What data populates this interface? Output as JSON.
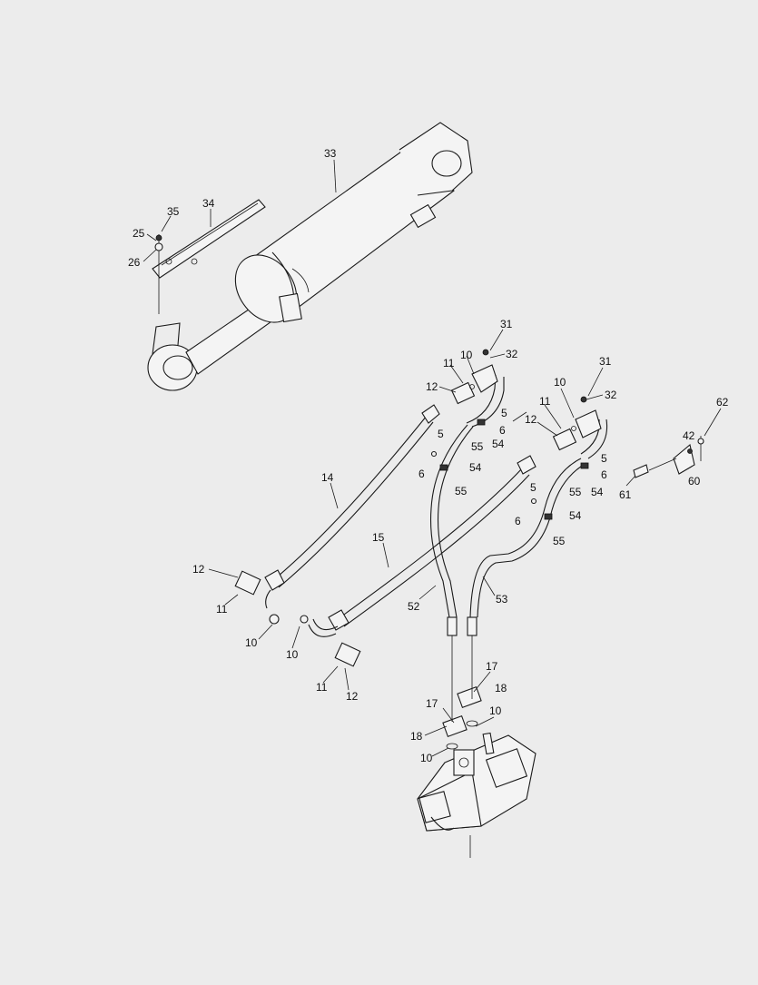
{
  "diagram": {
    "colors": {
      "background": "#ececec",
      "line": "#1a1a1a"
    },
    "labels": [
      "33",
      "34",
      "35",
      "25",
      "26",
      "31",
      "32",
      "10",
      "11",
      "12",
      "5",
      "6",
      "54",
      "55",
      "14",
      "15",
      "52",
      "53",
      "17",
      "18",
      "42",
      "60",
      "61",
      "62"
    ]
  }
}
